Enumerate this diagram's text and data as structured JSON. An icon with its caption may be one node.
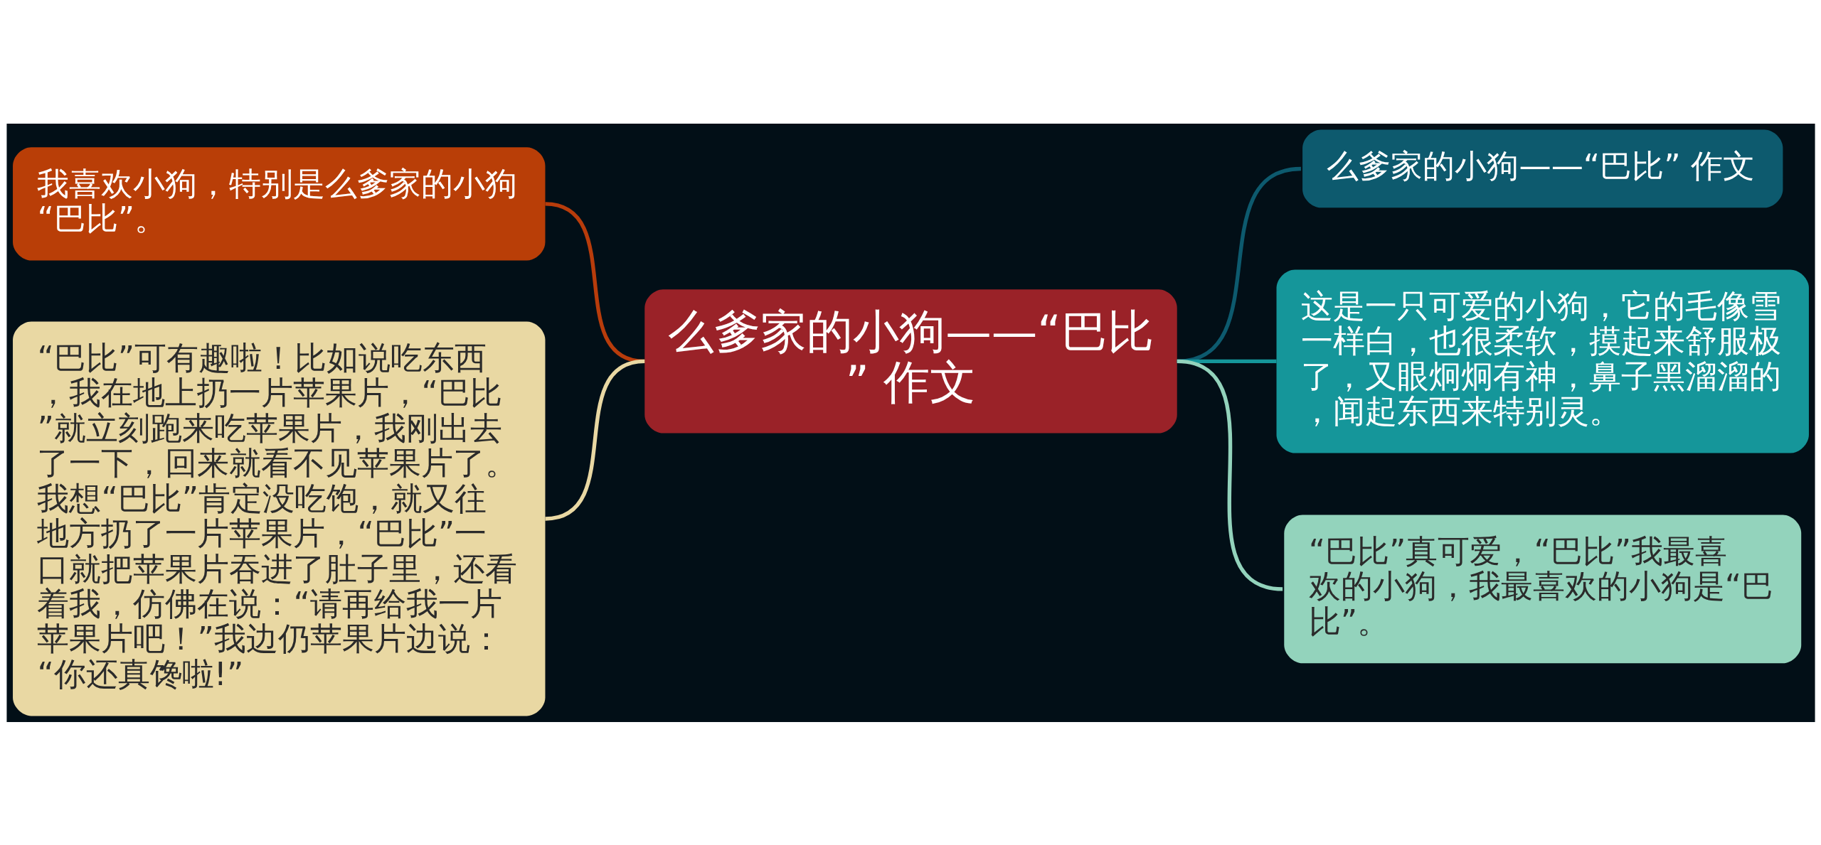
{
  "diagram": {
    "nodes": [
      {
        "text": [
          "么爹家的小狗——“巴比” 作文"
        ]
      },
      {
        "text": [
          "我喜欢小狗，特别是么爹家的小狗“巴比”。"
        ]
      },
      {
        "text": [
          "“巴比”可有趣啦！比如说吃东西，我在地上扔一片苹果片，“巴比”就立刻跑来吃苹果片，我刚出去了一下，回来就看不见苹果片了。我想“巴比”肯定没吃饱，就又往地方扔了一片苹果片，“巴比”一口就把苹果片吞进了肚子里，还看着我，仿佛在说：“请再给我一片苹果片吧！”我边仍苹果片边说：“你还真馋啦!”"
        ]
      },
      {
        "text": [
          "么爹家的小狗——“巴比” 作文"
        ]
      },
      {
        "text": [
          "这是一只可爱的小狗，它的毛像雪一样白，也很柔软，摸起来舒服极了，又眼炯炯有神，鼻子黑溜溜的，闻起东西来特别灵。"
        ]
      },
      {
        "text": [
          "“巴比”真可爱，“巴比”我最喜欢的小狗，我最喜欢的小狗是“巴比”。"
        ]
      }
    ],
    "edges": [
      {
        "from": 0,
        "to": 1,
        "arrow": "none",
        "color": "#b83c0b"
      },
      {
        "from": 0,
        "to": 2,
        "arrow": "none",
        "color": "#e9d8a3"
      },
      {
        "from": 0,
        "to": 3,
        "arrow": "none",
        "color": "#0d5a6e"
      },
      {
        "from": 0,
        "to": 4,
        "arrow": "none",
        "color": "#15969a"
      },
      {
        "from": 0,
        "to": 5,
        "arrow": "none",
        "color": "#93d3bc"
      }
    ]
  }
}
